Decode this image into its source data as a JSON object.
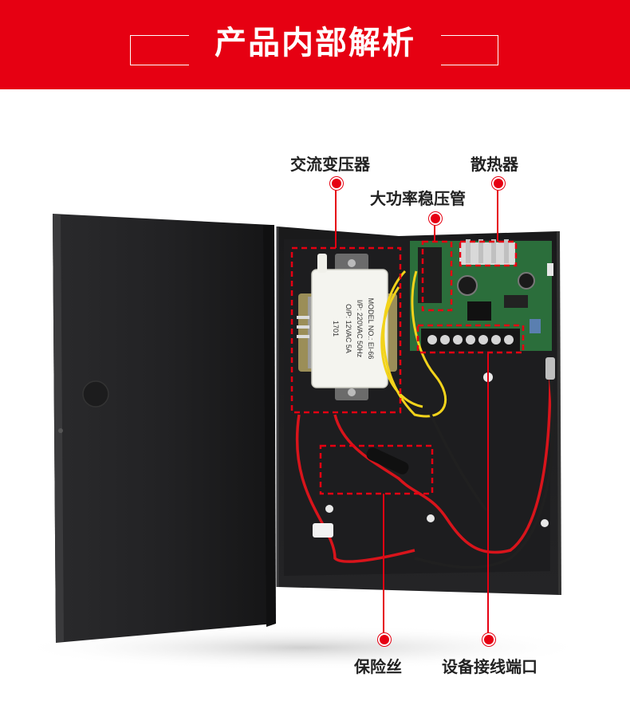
{
  "header": {
    "title": "产品内部解析",
    "accent_color": "#e60012"
  },
  "callouts": {
    "transformer": "交流变压器",
    "heatsink": "散热器",
    "regulator": "大功率稳压管",
    "fuse": "保险丝",
    "terminals": "设备接线端口"
  },
  "transformer_label": {
    "line1": "MODEL NO.: EI-66",
    "line2": "I/P: 220VAC 50Hz",
    "line3": "O/P: 12VAC 5A",
    "line4": "1701"
  }
}
